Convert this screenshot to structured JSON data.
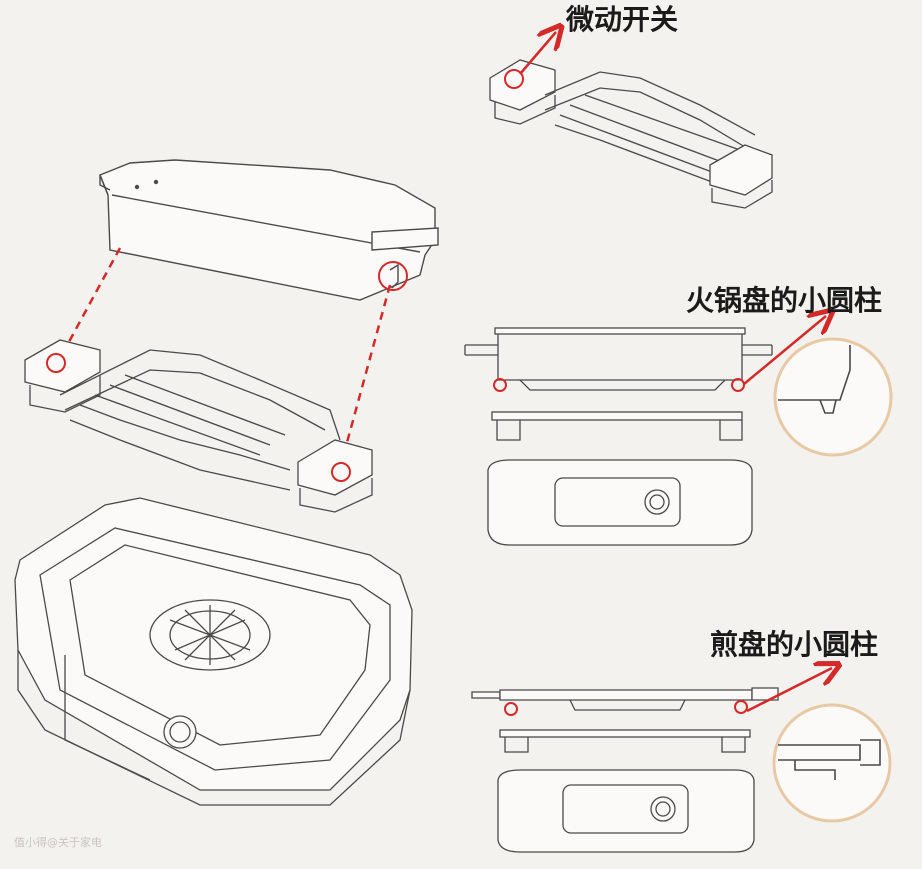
{
  "labels": {
    "micro_switch": "微动开关",
    "hotpot_pillar": "火锅盘的小圆柱",
    "griddle_pillar": "煎盘的小圆柱"
  },
  "watermark": "值小得@关于家电",
  "colors": {
    "line": "#4a4a4a",
    "callout": "#d42a2a",
    "magnifier": "#e8c9a6",
    "background": "#f4f2ee"
  }
}
